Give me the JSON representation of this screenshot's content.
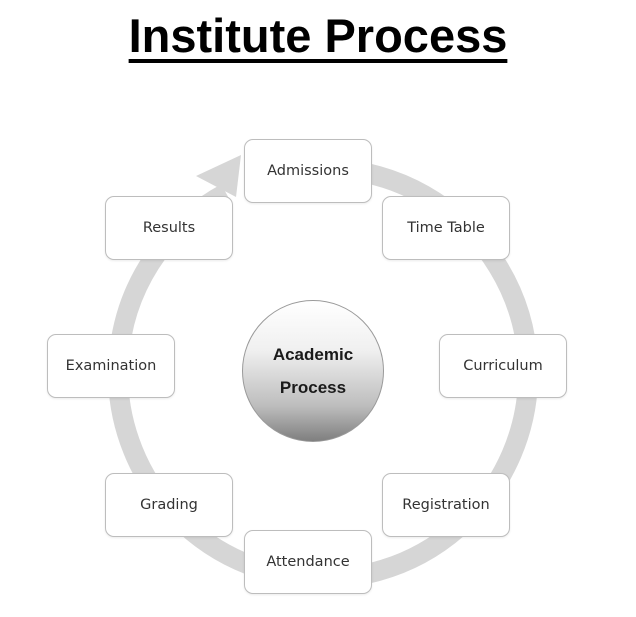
{
  "title": "Institute Process",
  "center": {
    "line1": "Academic",
    "line2": "Process"
  },
  "steps": [
    "Admissions",
    "Time Table",
    "Curriculum",
    "Registration",
    "Attendance",
    "Grading",
    "Examination",
    "Results"
  ],
  "colors": {
    "arrow": "#d6d6d6",
    "box_border": "#bdbdbd",
    "text": "#333333"
  }
}
